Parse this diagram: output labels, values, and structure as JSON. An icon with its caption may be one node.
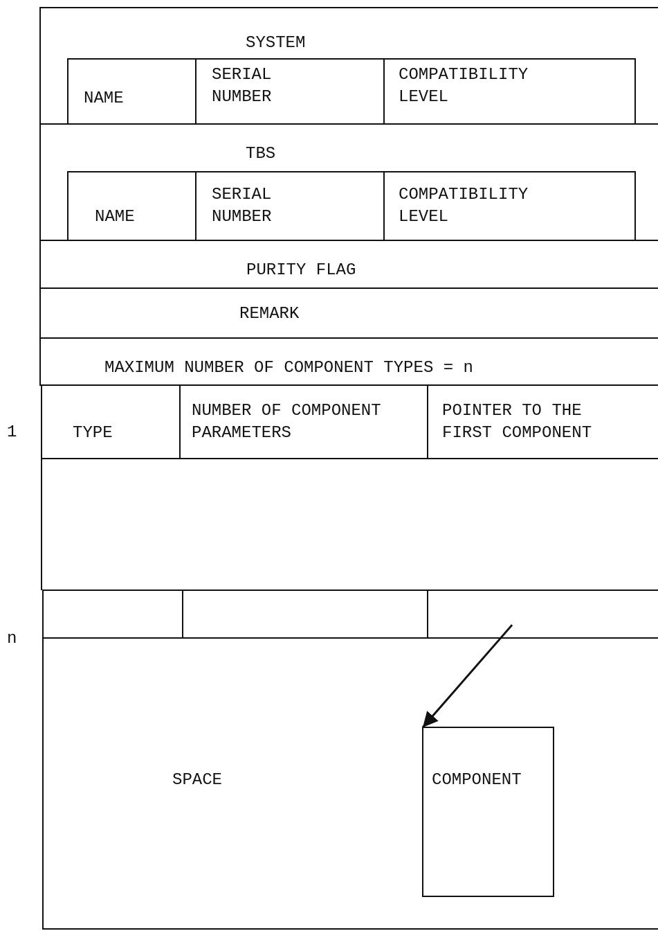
{
  "diagram": {
    "nodes": [
      {
        "text": [
          "SYSTEM"
        ]
      },
      {
        "text": [
          "NAME"
        ],
        "in": 0
      },
      {
        "text": [
          "SERIAL NUMBER"
        ],
        "in": 0
      },
      {
        "text": [
          "COMPATIBILITY LEVEL"
        ],
        "in": 0
      },
      {
        "text": [
          "TBS"
        ]
      },
      {
        "text": [
          "NAME"
        ],
        "in": 4
      },
      {
        "text": [
          "SERIAL NUMBER"
        ],
        "in": 4
      },
      {
        "text": [
          "COMPATIBILITY LEVEL"
        ],
        "in": 4
      },
      {
        "text": [
          "PURITY FLAG"
        ]
      },
      {
        "text": [
          "REMARK"
        ]
      },
      {
        "text": [
          "MAXIMUM NUMBER OF COMPONENT TYPES = n"
        ]
      },
      {
        "text": [
          "TYPE"
        ]
      },
      {
        "text": [
          "NUMBER OF COMPONENT PARAMETERS"
        ]
      },
      {
        "text": [
          "POINTER TO THE FIRST COMPONENT"
        ]
      },
      {
        "text": [],
        "shape": "box"
      },
      {
        "text": [],
        "shape": "box"
      },
      {
        "text": [],
        "shape": "box"
      },
      {
        "text": [
          "SPACE"
        ]
      },
      {
        "text": [
          "COMPONENT"
        ],
        "in": 17
      }
    ],
    "edges": [
      {
        "from": 16,
        "to": 18,
        "arrow": "to"
      }
    ],
    "labels": [
      "1",
      "n"
    ]
  }
}
